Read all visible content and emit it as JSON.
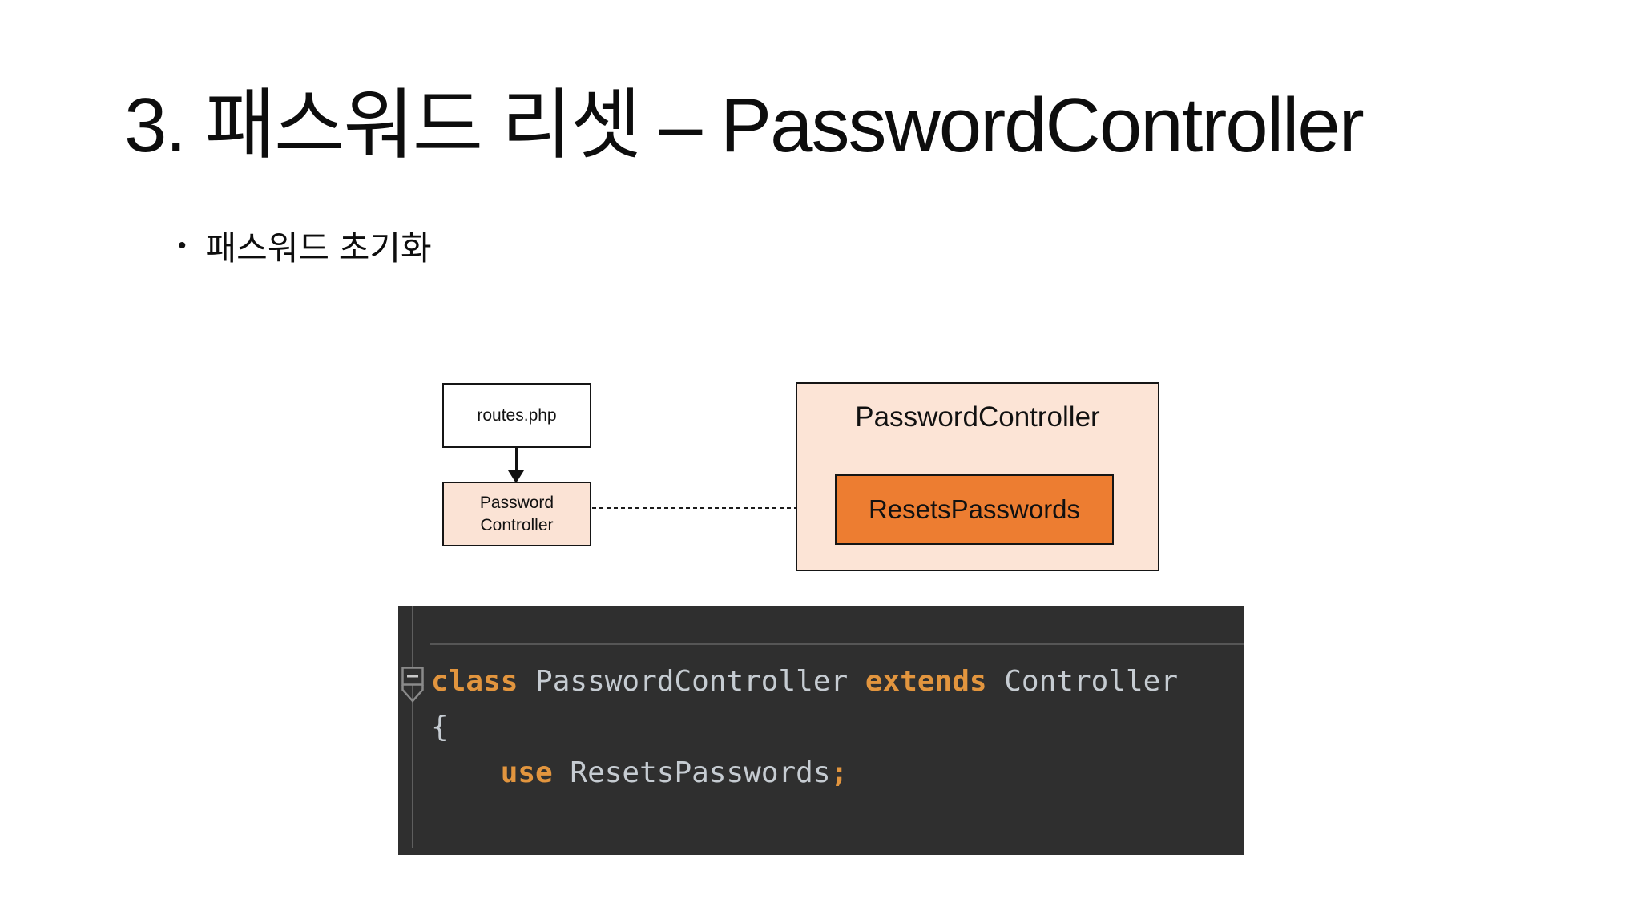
{
  "slide": {
    "title": "3. 패스워드 리셋 – PasswordController",
    "bullet_marker": "•",
    "bullet_text": "패스워드 초기화"
  },
  "diagram": {
    "routes_box_label": "routes.php",
    "controller_box_line1": "Password",
    "controller_box_line2": "Controller",
    "big_box_title": "PasswordController",
    "trait_box_label": "ResetsPasswords",
    "colors": {
      "light_fill": "#fce4d6",
      "orange_fill": "#ed7d31",
      "border": "#151515"
    }
  },
  "code": {
    "colors": {
      "background": "#2f2f2f",
      "keyword": "#e2953e",
      "identifier": "#c6ccd2",
      "separator": "#565656"
    },
    "lines": [
      {
        "tokens": [
          {
            "text": "class",
            "type": "keyword"
          },
          {
            "text": " PasswordController ",
            "type": "identifier"
          },
          {
            "text": "extends",
            "type": "keyword"
          },
          {
            "text": " Controller",
            "type": "identifier"
          }
        ]
      },
      {
        "tokens": [
          {
            "text": "{",
            "type": "identifier"
          }
        ]
      },
      {
        "tokens": [
          {
            "text": "    ",
            "type": "identifier"
          },
          {
            "text": "use",
            "type": "keyword"
          },
          {
            "text": " ResetsPasswords",
            "type": "identifier"
          },
          {
            "text": ";",
            "type": "keyword"
          }
        ]
      }
    ]
  }
}
